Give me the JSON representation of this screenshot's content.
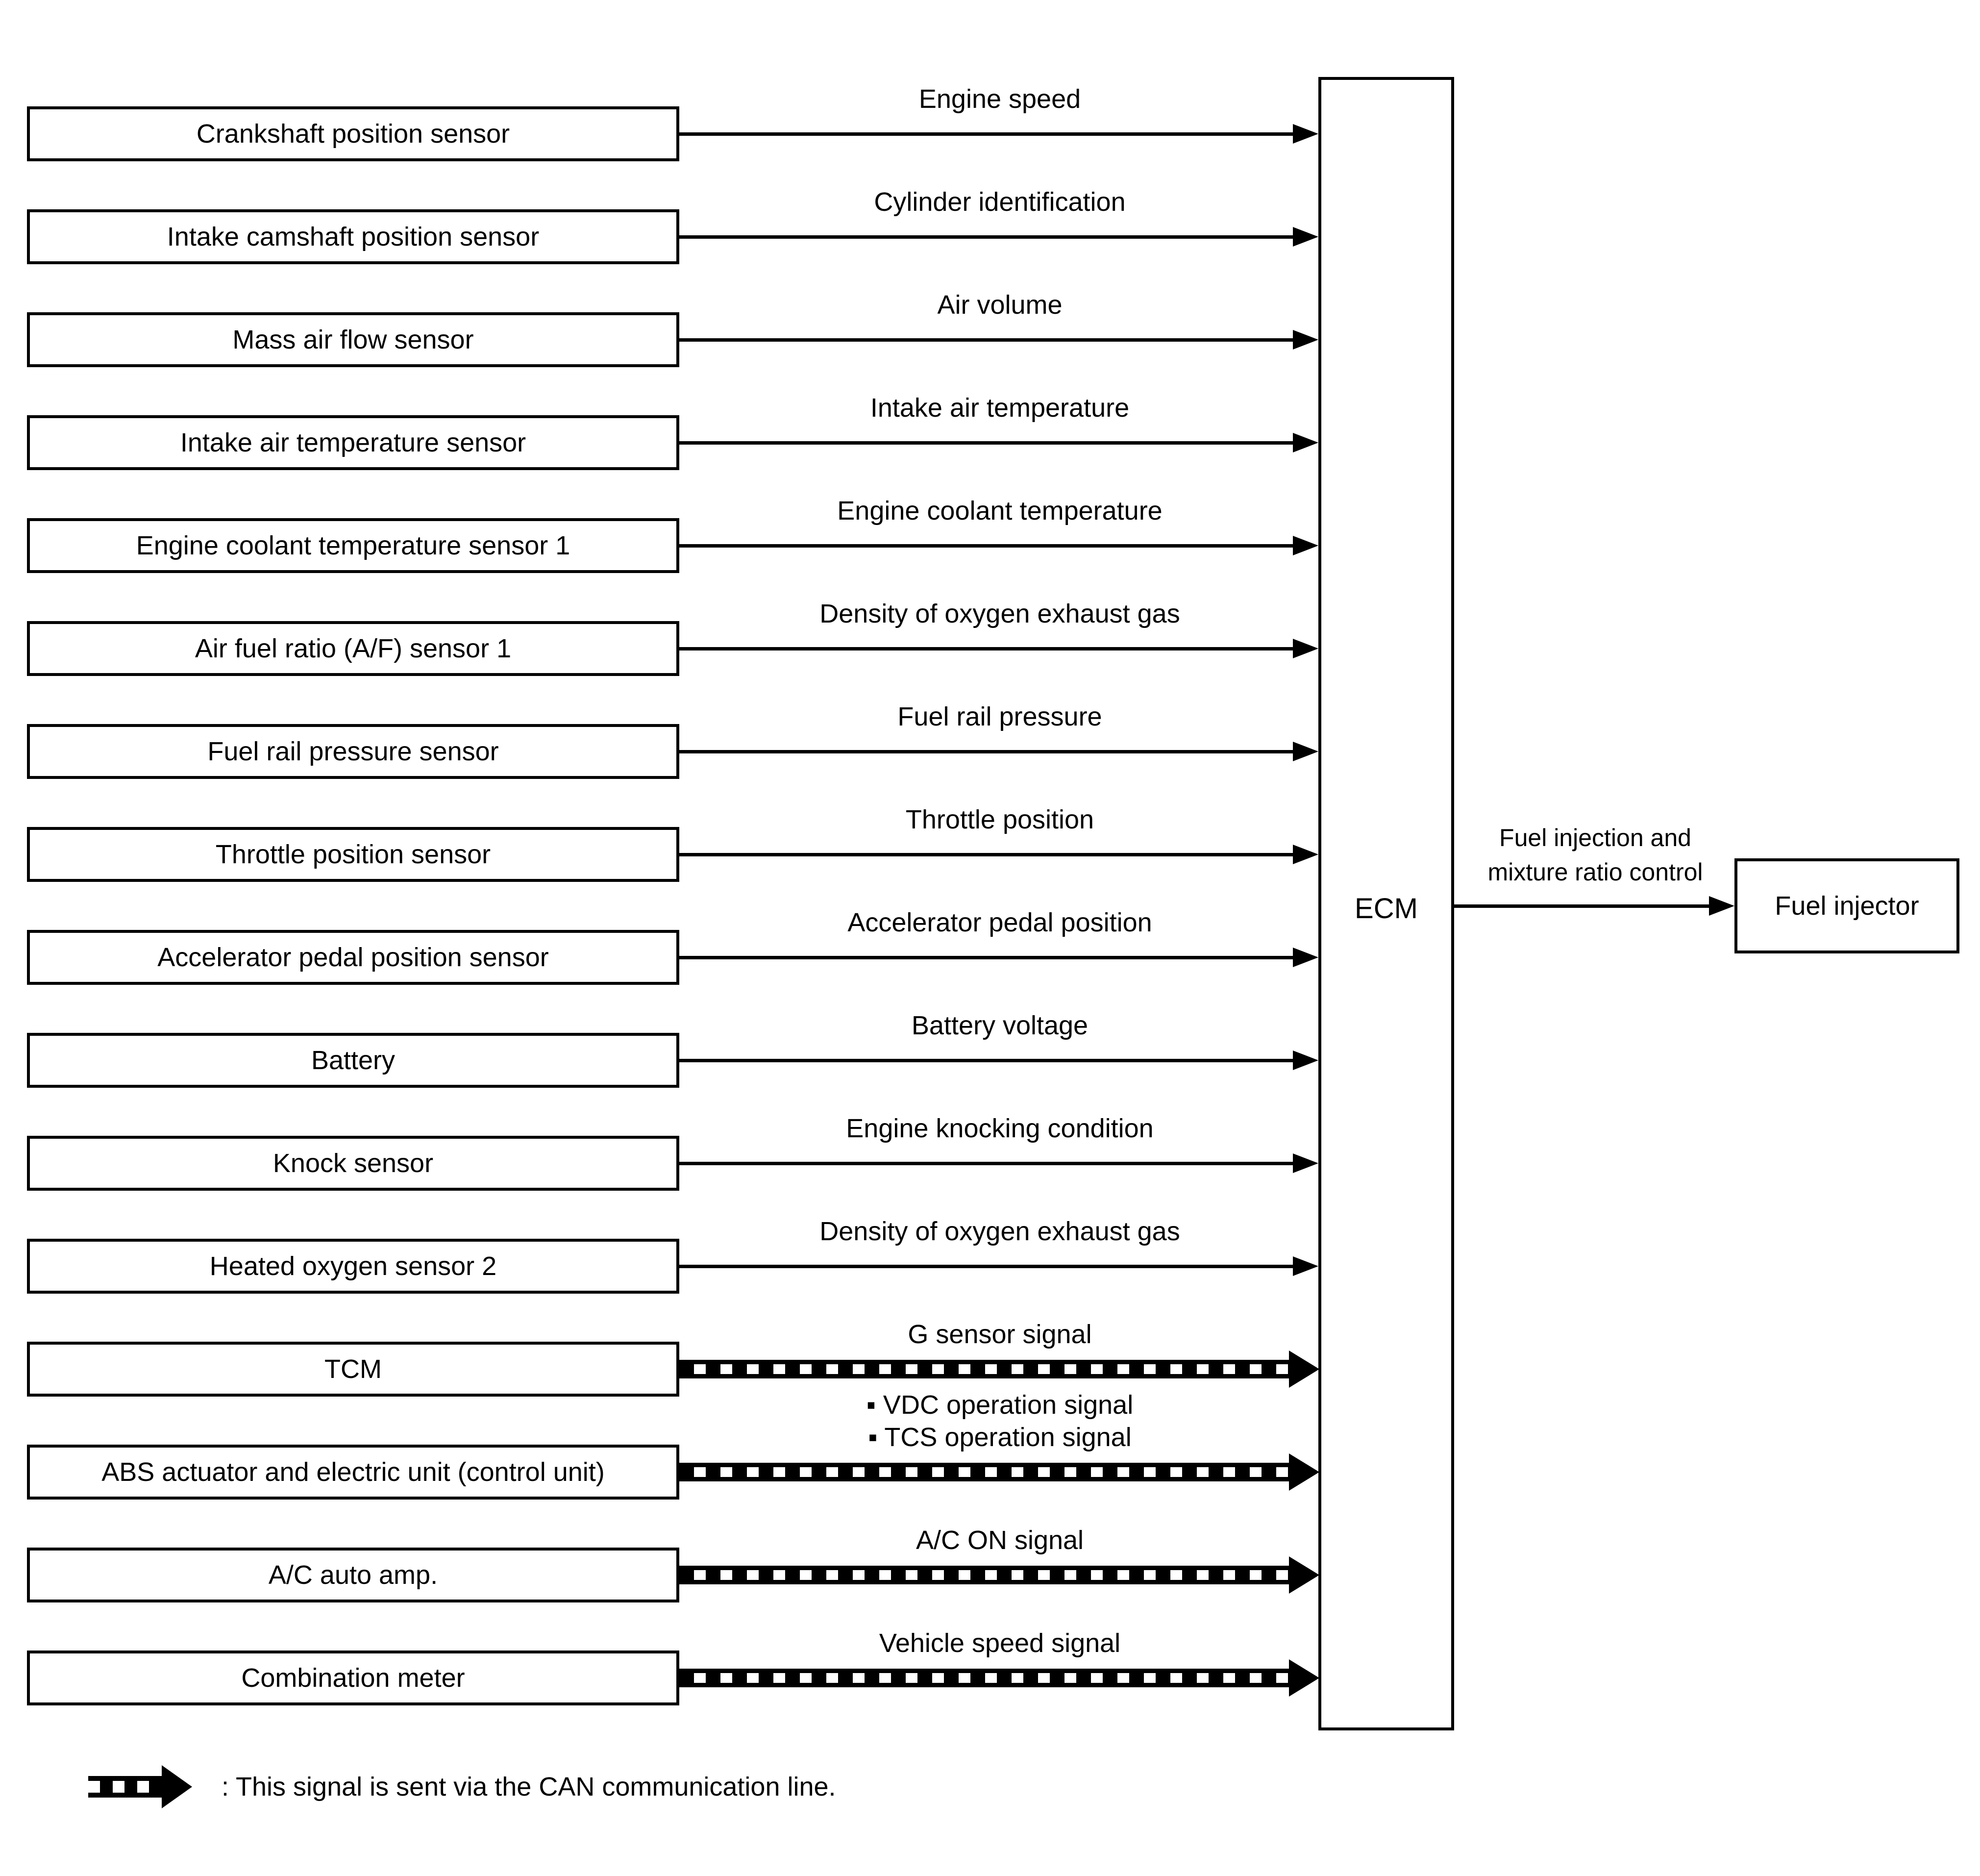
{
  "colors": {
    "ink": "#000000",
    "paper": "#ffffff"
  },
  "ecm": {
    "label": "ECM"
  },
  "output": {
    "label_line1": "Fuel injection and",
    "label_line2": "mixture ratio control",
    "target": "Fuel injector"
  },
  "rows": [
    {
      "source": "Crankshaft position sensor",
      "signal_lines": [
        "Engine speed"
      ],
      "can": false
    },
    {
      "source": "Intake camshaft position sensor",
      "signal_lines": [
        "Cylinder identification"
      ],
      "can": false
    },
    {
      "source": "Mass air flow sensor",
      "signal_lines": [
        "Air volume"
      ],
      "can": false
    },
    {
      "source": "Intake air temperature sensor",
      "signal_lines": [
        "Intake air temperature"
      ],
      "can": false
    },
    {
      "source": "Engine coolant temperature sensor 1",
      "signal_lines": [
        "Engine coolant temperature"
      ],
      "can": false
    },
    {
      "source": "Air fuel ratio (A/F) sensor 1",
      "signal_lines": [
        "Density of oxygen exhaust gas"
      ],
      "can": false
    },
    {
      "source": "Fuel rail pressure sensor",
      "signal_lines": [
        "Fuel rail pressure"
      ],
      "can": false
    },
    {
      "source": "Throttle position sensor",
      "signal_lines": [
        "Throttle position"
      ],
      "can": false
    },
    {
      "source": "Accelerator pedal position sensor",
      "signal_lines": [
        "Accelerator pedal position"
      ],
      "can": false
    },
    {
      "source": "Battery",
      "signal_lines": [
        "Battery voltage"
      ],
      "can": false
    },
    {
      "source": "Knock sensor",
      "signal_lines": [
        "Engine knocking condition"
      ],
      "can": false
    },
    {
      "source": "Heated oxygen sensor 2",
      "signal_lines": [
        "Density of oxygen exhaust gas"
      ],
      "can": false
    },
    {
      "source": "TCM",
      "signal_lines": [
        "G sensor signal"
      ],
      "can": true
    },
    {
      "source": "ABS actuator and electric unit (control unit)",
      "signal_lines": [
        "▪ VDC operation signal",
        "▪ TCS operation signal"
      ],
      "can": true
    },
    {
      "source": "A/C auto amp.",
      "signal_lines": [
        "A/C ON signal"
      ],
      "can": true
    },
    {
      "source": "Combination meter",
      "signal_lines": [
        "Vehicle speed signal"
      ],
      "can": true
    }
  ],
  "legend": {
    "text": ": This signal is sent via the CAN communication line."
  }
}
